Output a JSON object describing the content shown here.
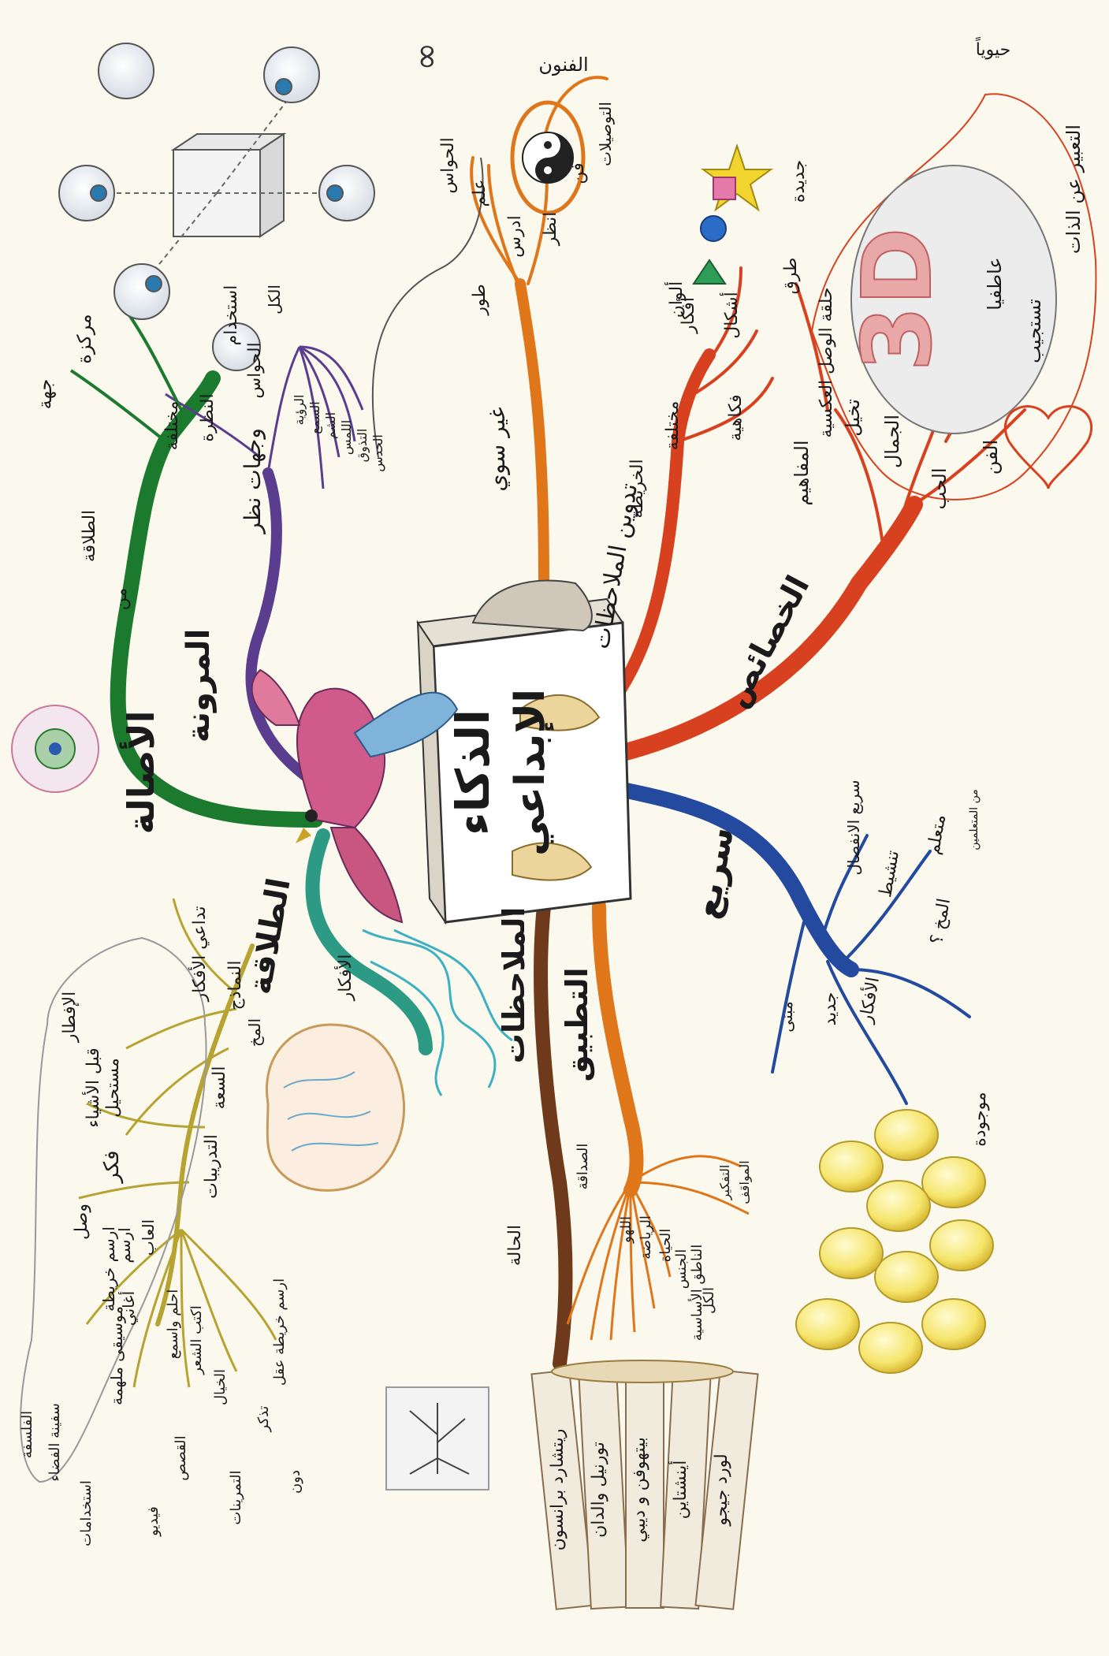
{
  "center": {
    "line1": "الذكاء",
    "line2": "الإبداعي"
  },
  "colors": {
    "red": "#d8411f",
    "orange": "#e0761a",
    "blue": "#234a9e",
    "purple": "#5a3d8e",
    "green": "#1b7a2d",
    "teal": "#2c9a84",
    "olive": "#b7a331",
    "brown": "#6e3a1b",
    "paper": "#fbf8ee"
  },
  "branches": {
    "khasais": "الخصائص",
    "tadween": "تدوين الملاحظات",
    "ghair_sawi": "غير سوي",
    "sare": "سريع",
    "tatbeeq": "التطبيق",
    "mulahazat": "الملاحظات",
    "talaqa": "الطلاقة",
    "asala": "الأصالة",
    "muruna": "المرونة",
    "wijhat": "وجهات نظر"
  },
  "khasais_sub": {
    "mafaheem": "المفاهيم",
    "takhayyul": "تخيل",
    "jamal": "الجمال",
    "hubb": "الحب",
    "fann": "الفن",
    "tastajeeb": "تستجيب",
    "atifiyyan": "عاطفيا",
    "tabeer": "التعبير عن الذات",
    "hayawiyyan": "حيوياً",
    "halqa": "حلقة الوصل العكسية",
    "turuq": "طرق",
    "jadeeda": "جديدة"
  },
  "tadween_sub": {
    "khareeta": "الخريطة",
    "mukhtalifa": "مختلفة",
    "fukahiyya": "فكاهية",
    "ashkal": "أشكال",
    "afkar": "أفكار",
    "alwan": "ألوان"
  },
  "ghair_sub": {
    "tawwir": "طور",
    "udrus": "ادرس",
    "unzur": "انظر",
    "ilm": "علم",
    "fann": "فن",
    "hawas": "الحواس",
    "funun": "الفنون",
    "tawseelat": "التوصيلات"
  },
  "sare_sub": {
    "tanshit": "تنشيط",
    "mutaallim": "متعلم",
    "mukh": "المخ ؟",
    "jadeed": "جديد",
    "mabna": "مبنى",
    "afkar": "الأفكار",
    "mawjooda": "موجودة",
    "sareeh": "سريع الانفصال",
    "mn": "من المتعلمين"
  },
  "tatbeeq_sub": {
    "sadaqa": "الصداقة",
    "lahw": "اللهو",
    "riyada": "الرياضة",
    "hayat": "الحياة",
    "jins": "الجنس",
    "natiq": "الناطق الأساسية",
    "kull": "الكل",
    "tafkeer": "التفكير",
    "mawaqif": "المواقف"
  },
  "mulahazat_sub": {
    "halala": "الحالة"
  },
  "names": [
    "ريتشارد برانسون",
    "تورنيل والدان",
    "بيتهوفن و ديبي",
    "أينشتاين",
    "لورد جيجو"
  ],
  "talaqa_sub": {
    "afkar": "الأفكار",
    "tadai": "تداعي الأفكار",
    "namadhij": "النماذج",
    "mukh": "المخ",
    "saa": "السعة",
    "tadreebat": "التدريبات",
    "fikr": "فكر",
    "mustaheel": "مستحيل",
    "qabl": "قبل الأشياء",
    "iftar": "الإفطار",
    "wasl": "وصل",
    "irsim_khareeta": "ارسم خريطة",
    "irsim": "ارسم",
    "alab": "العاب",
    "aghani": "أغاني",
    "mawseeqa": "موسيقى ملهمة",
    "falsafa": "الفلسفة",
    "saf": "سفينة الفضاء",
    "istikhdamat": "استخدامات",
    "fideo": "فيديو",
    "qisas": "القصص",
    "ahilla": "احلم واسمع",
    "uktub": "اكتب الشعر",
    "khayal": "الخيال",
    "tamrinat": "التمرينات",
    "tadhakkar": "تذكر",
    "doon": "دون",
    "rasm": "ارسم خريطة عقل"
  },
  "asala_sub": {
    "talaqa": "الطلاقة",
    "min": "من",
    "markaza": "مركزة",
    "jihha": "جهة"
  },
  "muruna_sub": {
    "nazra": "النظرة",
    "mukhtalifa": "مختلفة",
    "istikhdam": "استخدام",
    "hawas": "الحواس",
    "kull": "الكل",
    "ruya": "الرؤية",
    "sam": "السمع",
    "shamm": "الشم",
    "lams": "اللمس",
    "tadhawwuq": "التذوق",
    "hads": "الحدس"
  }
}
